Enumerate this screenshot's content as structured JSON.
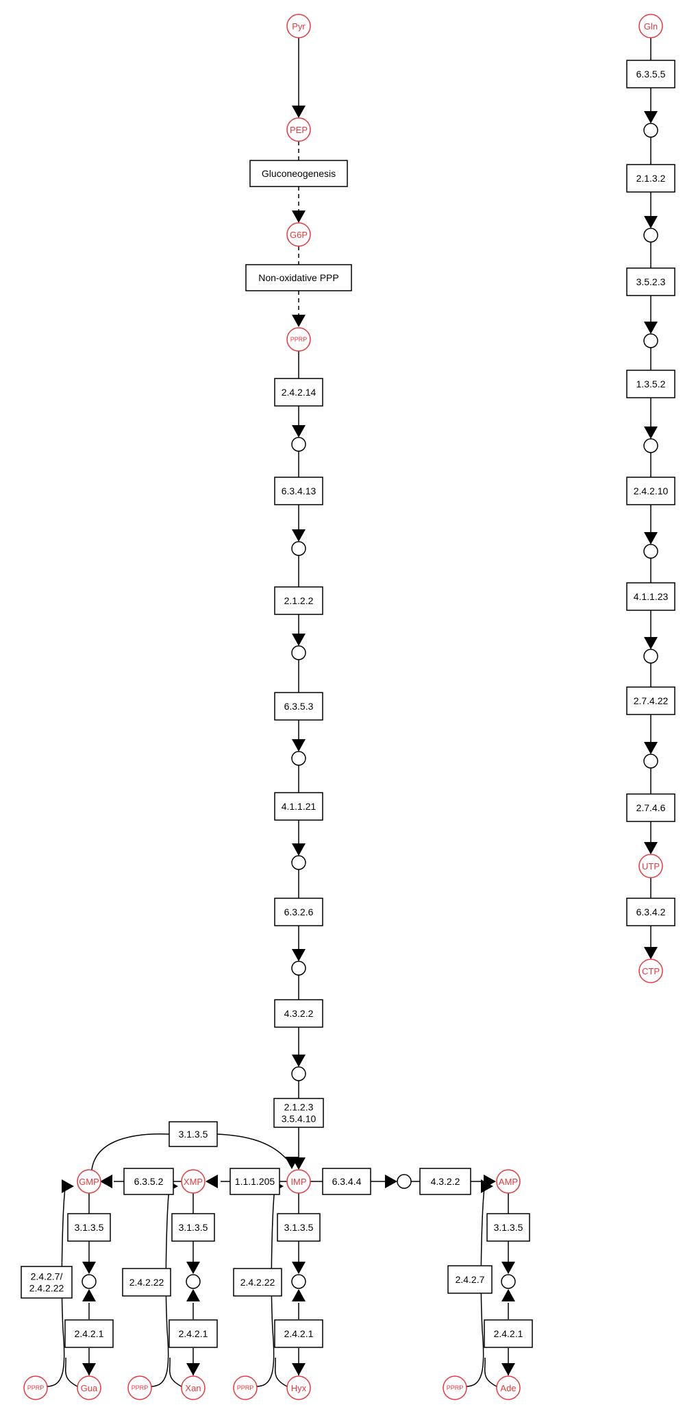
{
  "colors": {
    "metabolite": "#e8383d",
    "line": "#000000",
    "box_fill": "#ffffff",
    "box_stroke": "#000000"
  },
  "metabolites": {
    "pyr": "Pyr",
    "pep": "PEP",
    "g6p": "G6P",
    "prpp_top": "PPRP",
    "imp": "IMP",
    "xmp": "XMP",
    "gmp": "GMP",
    "amp": "AMP",
    "gua": "Gua",
    "xan": "Xan",
    "hyx": "Hyx",
    "ade": "Ade",
    "prpp_gua": "PPRP",
    "prpp_xan": "PPRP",
    "prpp_hyx": "PPRP",
    "prpp_ade": "PPRP",
    "gln": "Gln",
    "utp": "UTP",
    "ctp": "CTP"
  },
  "enzymes": {
    "gluconeogenesis": "Gluconeogenesis",
    "non_oxidative_ppp": "Non-oxidative PPP",
    "ec_2_4_2_14": "2.4.2.14",
    "ec_6_3_4_13": "6.3.4.13",
    "ec_2_1_2_2": "2.1.2.2",
    "ec_6_3_5_3": "6.3.5.3",
    "ec_4_1_1_21": "4.1.1.21",
    "ec_6_3_2_6": "6.3.2.6",
    "ec_4_3_2_2_main": "4.3.2.2",
    "ec_2_1_2_3_line1": "2.1.2.3",
    "ec_2_1_2_3_line2": "3.5.4.10",
    "ec_3_1_3_5_top": "3.1.3.5",
    "ec_6_3_5_2": "6.3.5.2",
    "ec_1_1_1_205": "1.1.1.205",
    "ec_6_3_4_4": "6.3.4.4",
    "ec_4_3_2_2_amp": "4.3.2.2",
    "ec_3_1_3_5_gmp": "3.1.3.5",
    "ec_3_1_3_5_xmp": "3.1.3.5",
    "ec_3_1_3_5_imp": "3.1.3.5",
    "ec_3_1_3_5_amp": "3.1.3.5",
    "ec_2_4_2_1_gua": "2.4.2.1",
    "ec_2_4_2_1_xan": "2.4.2.1",
    "ec_2_4_2_1_hyx": "2.4.2.1",
    "ec_2_4_2_1_ade": "2.4.2.1",
    "ec_gua_prt_line1": "2.4.2.7/",
    "ec_gua_prt_line2": "2.4.2.22",
    "ec_xan_prt": "2.4.2.22",
    "ec_hyx_prt": "2.4.2.22",
    "ec_ade_prt": "2.4.2.7",
    "ec_6_3_5_5": "6.3.5.5",
    "ec_2_1_3_2": "2.1.3.2",
    "ec_3_5_2_3": "3.5.2.3",
    "ec_1_3_5_2": "1.3.5.2",
    "ec_2_4_2_10": "2.4.2.10",
    "ec_4_1_1_23": "4.1.1.23",
    "ec_2_7_4_22": "2.7.4.22",
    "ec_2_7_4_6": "2.7.4.6",
    "ec_6_3_4_2": "6.3.4.2"
  }
}
